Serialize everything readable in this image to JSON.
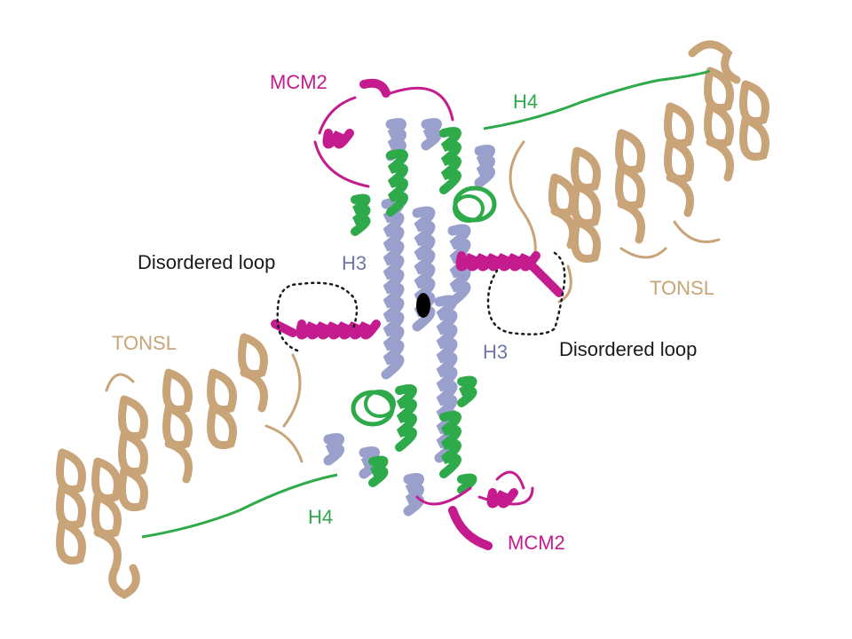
{
  "colors": {
    "mcm2": "#c41b8e",
    "h4": "#2eaa4a",
    "h3": "#9aa0cc",
    "tonsl": "#c8a478",
    "loop_text": "#1a1a1a"
  },
  "labels": {
    "mcm2_top": "MCM2",
    "h4_top": "H4",
    "disordered_loop_left": "Disordered loop",
    "h3_left": "H3",
    "tonsl_right": "TONSL",
    "tonsl_left": "TONSL",
    "h3_right": "H3",
    "disordered_loop_right": "Disordered loop",
    "h4_bottom": "H4",
    "mcm2_bottom": "MCM2"
  },
  "icons": {
    "dyad": "dyad-axis-icon"
  }
}
